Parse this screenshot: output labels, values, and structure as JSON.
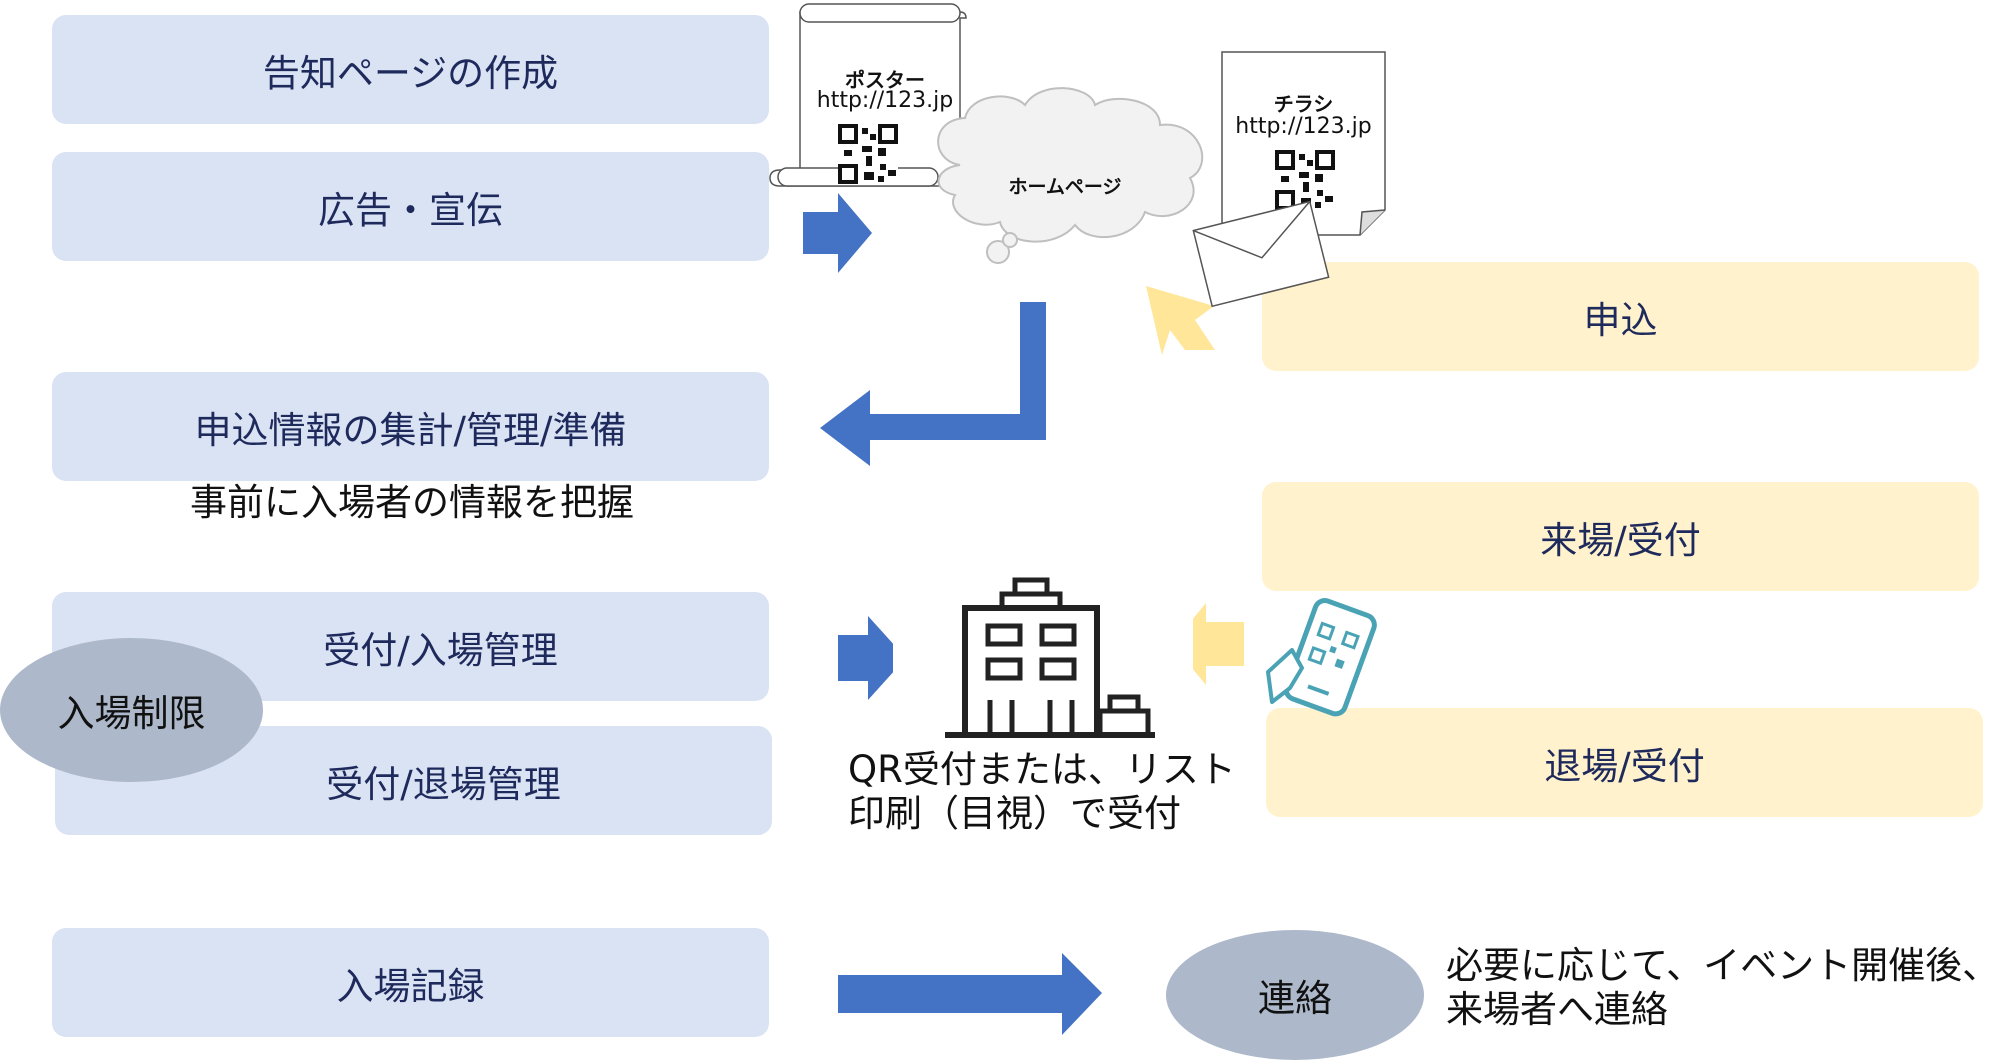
{
  "left_steps": {
    "create_page": "告知ページの作成",
    "advertise": "広告・宣伝",
    "aggregate": "申込情報の集計/管理/準備",
    "reception_entry": "受付/入場管理",
    "reception_exit": "受付/退場管理",
    "entry_record": "入場記録"
  },
  "right_steps": {
    "apply": "申込",
    "arrival": "来場/受付",
    "exit": "退場/受付"
  },
  "badges": {
    "entry_limit": "入場制限",
    "contact": "連絡"
  },
  "notes": {
    "prior_info": "事前に入場者の情報を把握",
    "qr_line1": "QR受付または、リスト",
    "qr_line2": "印刷（目視）で受付",
    "contact_line1": "必要に応じて、イベント開催後、",
    "contact_line2": "来場者へ連絡"
  },
  "poster": {
    "title": "ポスター",
    "url": "http://123.jp"
  },
  "flyer": {
    "title": "チラシ",
    "url": "http://123.jp"
  },
  "cloud_label": "ホームページ",
  "colors": {
    "step_blue": "#dae3f3",
    "step_yellow": "#fff2cc",
    "arrow_blue": "#4472c4",
    "arrow_yellow": "#ffe699",
    "badge_gray": "#adb9ca",
    "text_navy": "#1f2a5c"
  }
}
